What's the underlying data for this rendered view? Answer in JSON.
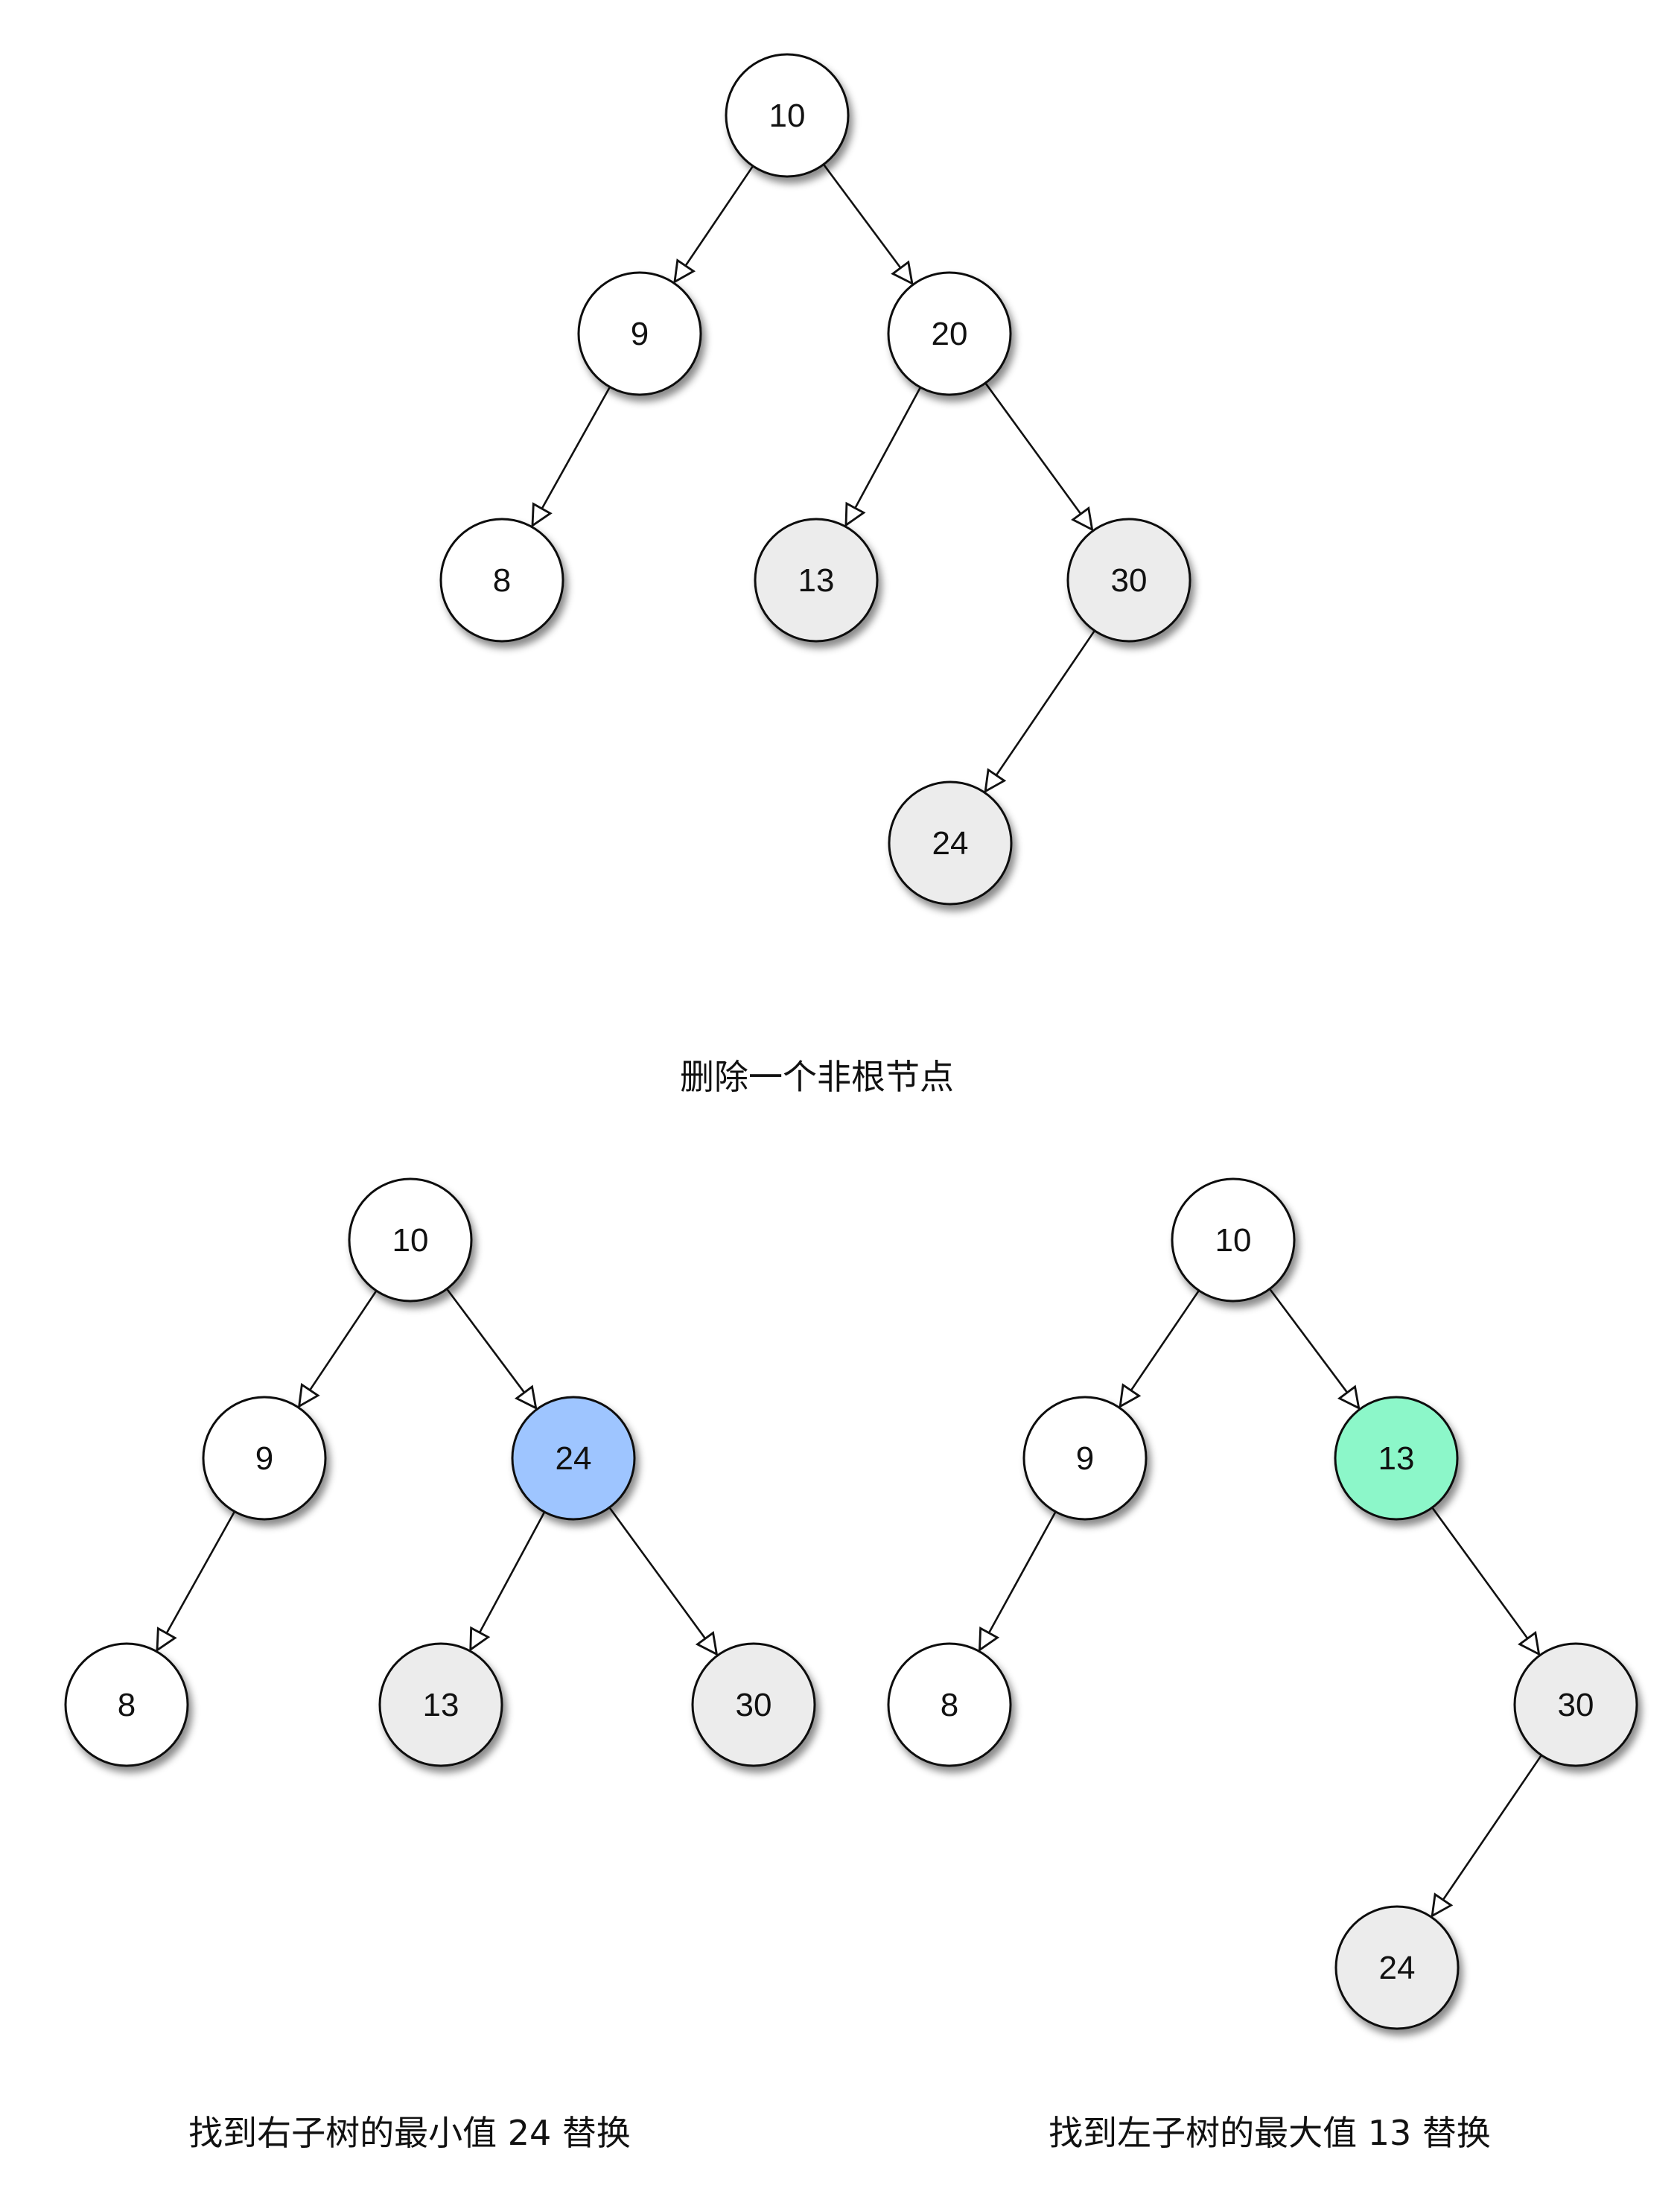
{
  "colors": {
    "default_node": "#ffffff",
    "affected_node": "#ececec",
    "right_min_highlight": "#9ec5ff",
    "left_max_highlight": "#8cf7c9",
    "stroke": "#111111"
  },
  "trees": [
    {
      "id": "original",
      "caption": "删除一个非根节点",
      "nodes": [
        {
          "id": "a10",
          "label": "10",
          "fill": "default_node"
        },
        {
          "id": "a9",
          "label": "9",
          "fill": "default_node"
        },
        {
          "id": "a20",
          "label": "20",
          "fill": "default_node"
        },
        {
          "id": "a8",
          "label": "8",
          "fill": "default_node"
        },
        {
          "id": "a13",
          "label": "13",
          "fill": "affected_node"
        },
        {
          "id": "a30",
          "label": "30",
          "fill": "affected_node"
        },
        {
          "id": "a24",
          "label": "24",
          "fill": "affected_node"
        }
      ],
      "edges": [
        [
          "a10",
          "a9"
        ],
        [
          "a10",
          "a20"
        ],
        [
          "a9",
          "a8"
        ],
        [
          "a20",
          "a13"
        ],
        [
          "a20",
          "a30"
        ],
        [
          "a30",
          "a24"
        ]
      ]
    },
    {
      "id": "replace-right-min",
      "caption": "找到右子树的最小值 24 替换",
      "nodes": [
        {
          "id": "b10",
          "label": "10",
          "fill": "default_node"
        },
        {
          "id": "b9",
          "label": "9",
          "fill": "default_node"
        },
        {
          "id": "b24",
          "label": "24",
          "fill": "right_min_highlight"
        },
        {
          "id": "b8",
          "label": "8",
          "fill": "default_node"
        },
        {
          "id": "b13",
          "label": "13",
          "fill": "affected_node"
        },
        {
          "id": "b30",
          "label": "30",
          "fill": "affected_node"
        }
      ],
      "edges": [
        [
          "b10",
          "b9"
        ],
        [
          "b10",
          "b24"
        ],
        [
          "b9",
          "b8"
        ],
        [
          "b24",
          "b13"
        ],
        [
          "b24",
          "b30"
        ]
      ]
    },
    {
      "id": "replace-left-max",
      "caption": "找到左子树的最大值 13 替换",
      "nodes": [
        {
          "id": "c10",
          "label": "10",
          "fill": "default_node"
        },
        {
          "id": "c9",
          "label": "9",
          "fill": "default_node"
        },
        {
          "id": "c13",
          "label": "13",
          "fill": "left_max_highlight"
        },
        {
          "id": "c8",
          "label": "8",
          "fill": "default_node"
        },
        {
          "id": "c30",
          "label": "30",
          "fill": "affected_node"
        },
        {
          "id": "c24",
          "label": "24",
          "fill": "affected_node"
        }
      ],
      "edges": [
        [
          "c10",
          "c9"
        ],
        [
          "c10",
          "c13"
        ],
        [
          "c9",
          "c8"
        ],
        [
          "c13",
          "c30"
        ],
        [
          "c30",
          "c24"
        ]
      ]
    }
  ]
}
